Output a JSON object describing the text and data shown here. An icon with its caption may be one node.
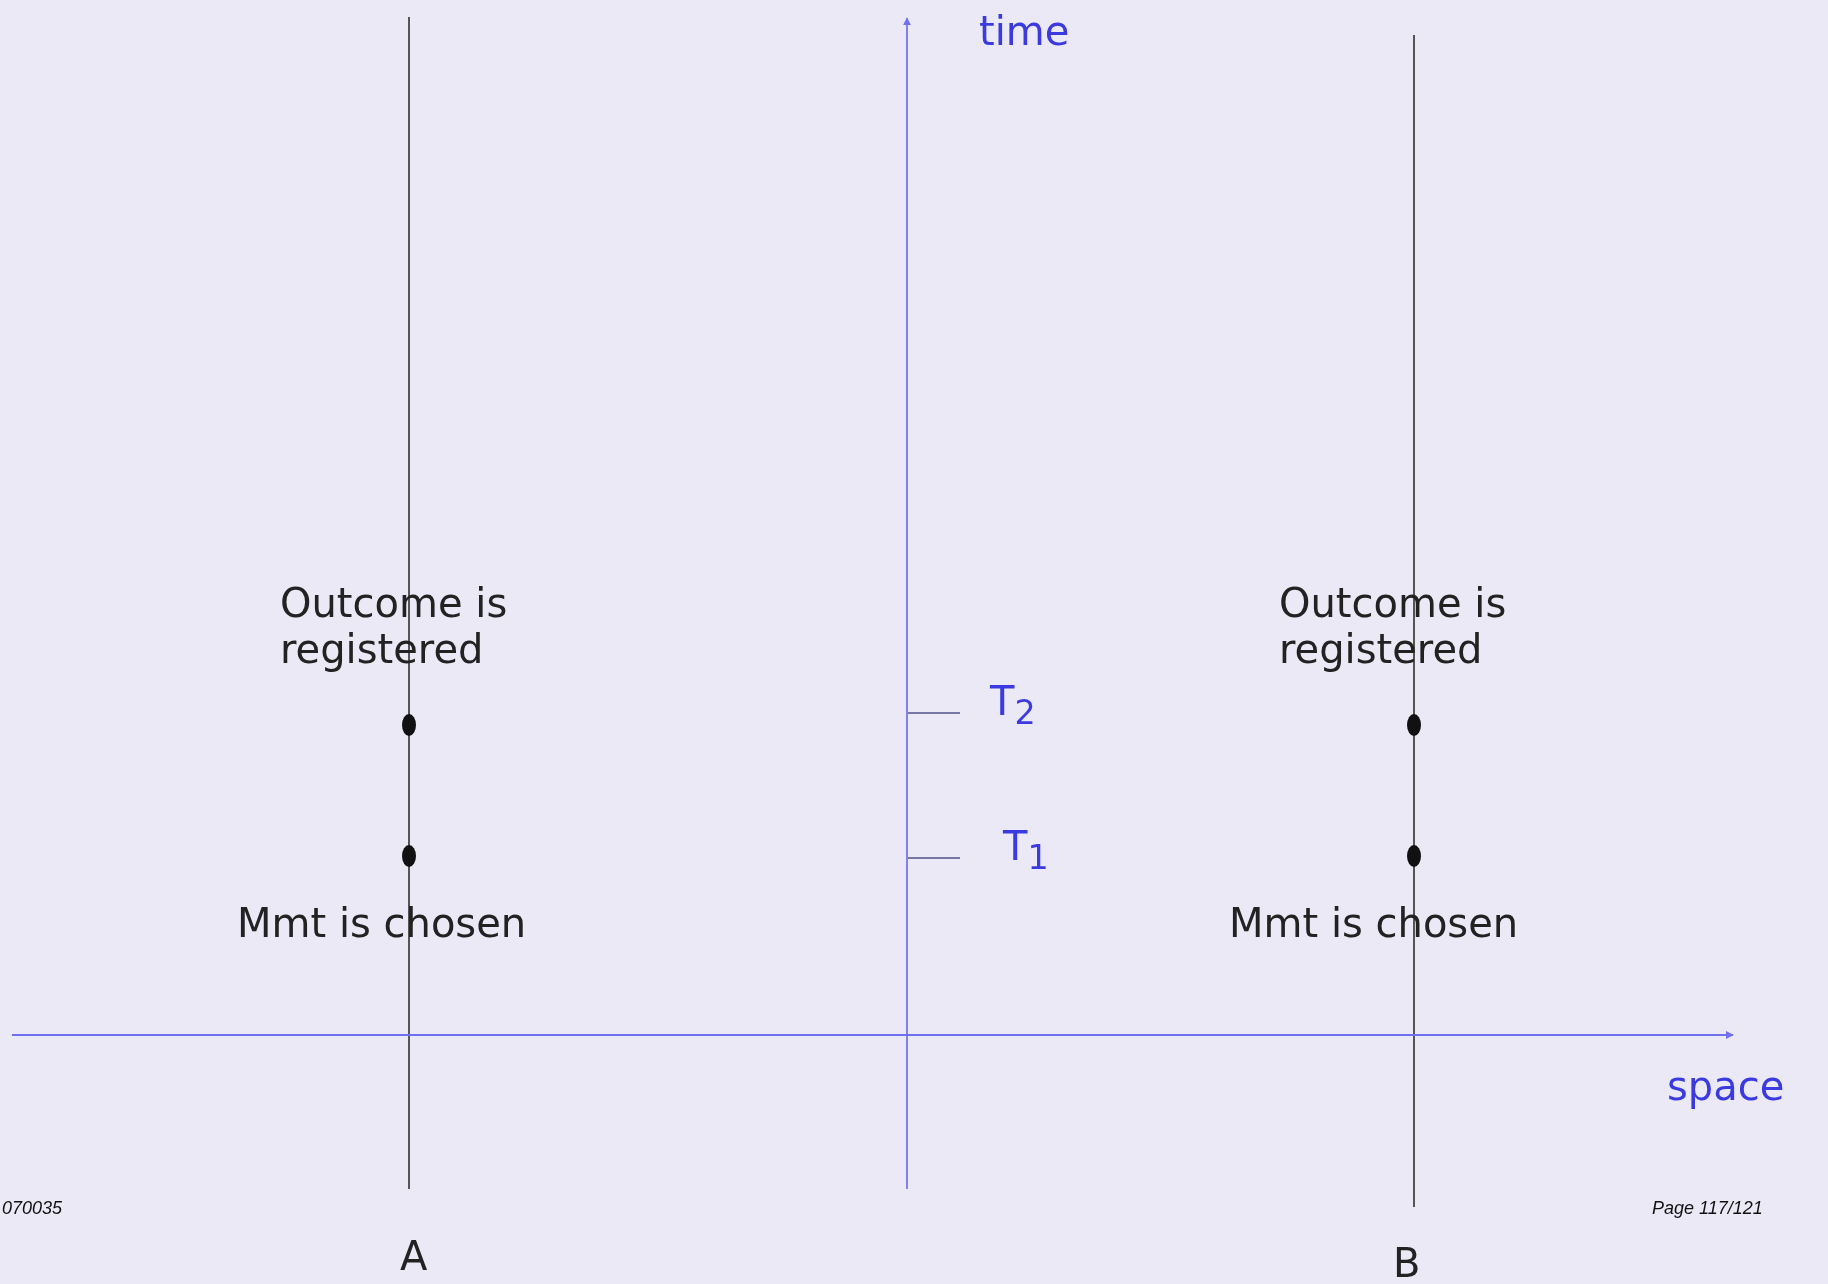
{
  "diagram": {
    "labels": [
      "time",
      "Outcome is registered",
      "Outcome is registered",
      "T$_{2}$",
      "T$_{1}$",
      "Mmt is chosen",
      "Mmt is chosen",
      "space",
      "070035",
      "Page 117/121",
      "A",
      "B"
    ]
  }
}
